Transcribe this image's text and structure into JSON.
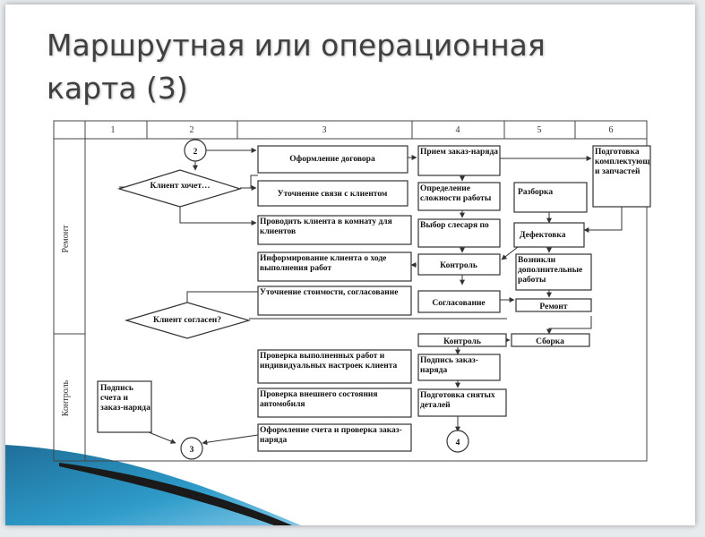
{
  "slide": {
    "title": "Маршрутная или операционная\nкарта (3)"
  },
  "diagram": {
    "columns": [
      "1",
      "2",
      "3",
      "4",
      "5",
      "6"
    ],
    "rows": [
      "Ремонт",
      "Контроль"
    ],
    "connectors": {
      "c2": "2",
      "c3": "3",
      "c4": "4"
    },
    "decisions": {
      "d1": "Клиент хочет…",
      "d2": "Клиент согласен?"
    },
    "boxes": {
      "b1": "Оформление договора",
      "b2": "Прием заказ-наряда",
      "b3": "Подготовка комплектующих и запчастей",
      "b4": "Уточнение связи с клиентом",
      "b5": "Определение сложности работы",
      "b6": "Разборка",
      "b7": "Проводить клиента в комнату для клиентов",
      "b8": "Выбор слесаря по",
      "b9": "Дефектовка",
      "b10": "Информирование клиента о ходе выполнения работ",
      "b11": "Контроль",
      "b12": "Возникли дополнительные работы",
      "b13": "Уточнение стоимости, согласование",
      "b14": "Согласование",
      "b15": "Ремонт",
      "b16": "Контроль",
      "b17": "Сборка",
      "b18": "Проверка выполненных работ и индивидуальных настроек клиента",
      "b19": "Подпись заказ-наряда",
      "b20": "Подпись счета и заказ-наряда",
      "b21": "Проверка внешнего состояния автомобиля",
      "b22": "Подготовка снятых деталей",
      "b23": "Оформление счета и проверка заказ-наряда"
    }
  }
}
